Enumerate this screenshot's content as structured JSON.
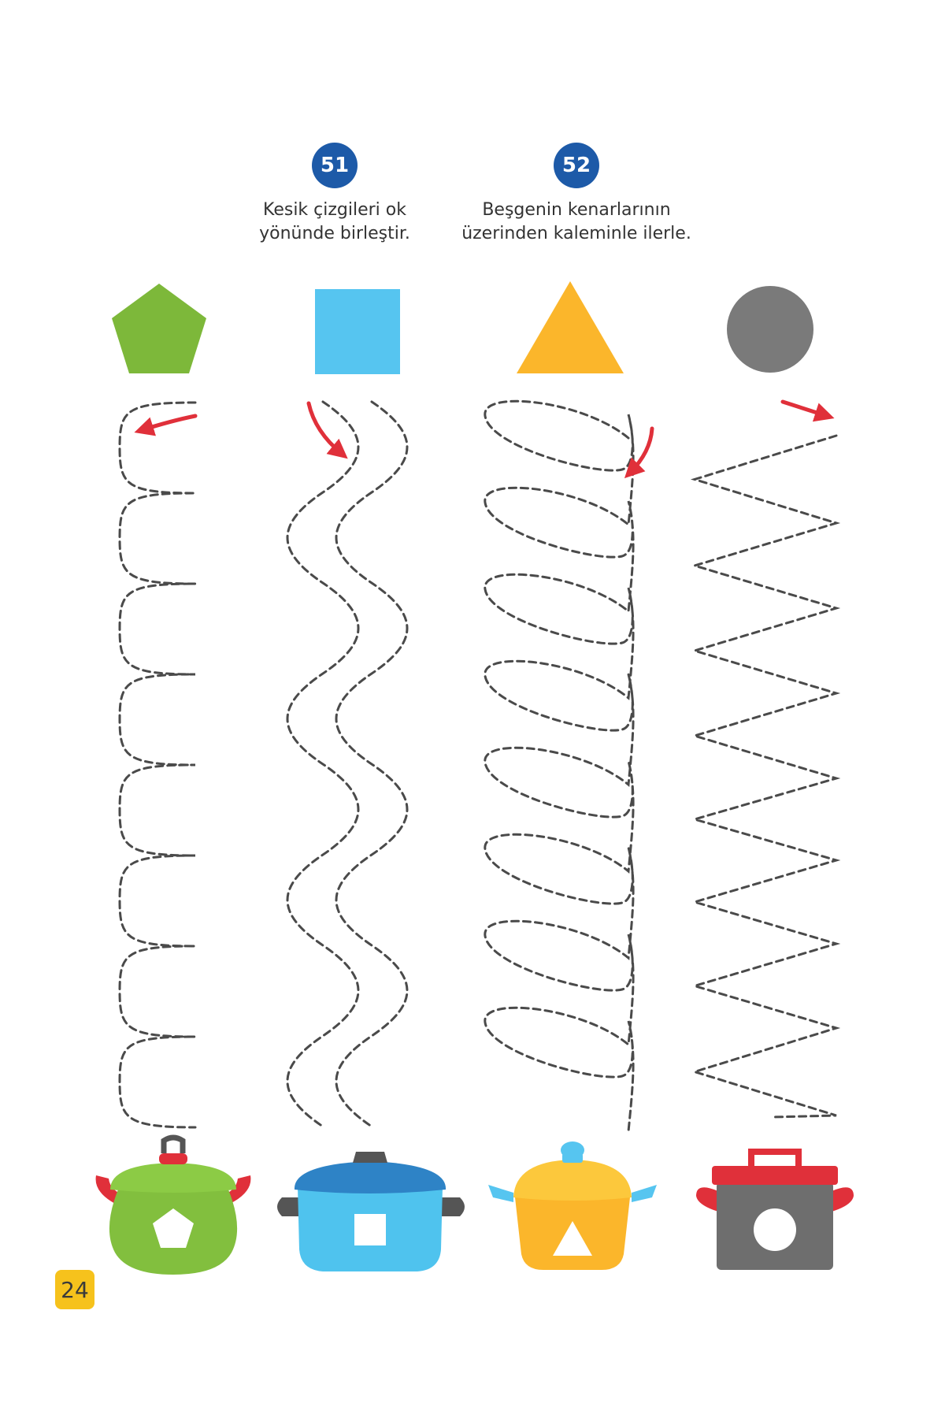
{
  "exercises": [
    {
      "number": "51",
      "line1": "Kesik çizgileri ok",
      "line2": "yönünde birleştir."
    },
    {
      "number": "52",
      "line1": "Beşgenin kenarlarının",
      "line2": "üzerinden kaleminle ilerle."
    }
  ],
  "shapes": [
    {
      "name": "pentagon",
      "color": "#7db83a"
    },
    {
      "name": "square",
      "color": "#56c5f0"
    },
    {
      "name": "triangle",
      "color": "#fbb62b"
    },
    {
      "name": "circle",
      "color": "#7a7a7a"
    }
  ],
  "pots": [
    {
      "name": "green-pot",
      "body": "#82bf3e",
      "handle": "#e0303a",
      "symbol": "pentagon"
    },
    {
      "name": "blue-pot",
      "body": "#4fc3ee",
      "handle": "#555555",
      "symbol": "square"
    },
    {
      "name": "yellow-pot",
      "body": "#fbb62b",
      "handle": "#56c5f0",
      "symbol": "triangle"
    },
    {
      "name": "gray-pot",
      "body": "#6e6e6e",
      "handle": "#e0303a",
      "symbol": "circle"
    }
  ],
  "colors": {
    "badge": "#1d5aa8",
    "dash": "#4a4a4a",
    "arrow": "#e0303a",
    "page_badge": "#f6c21c"
  },
  "page_number": "24"
}
